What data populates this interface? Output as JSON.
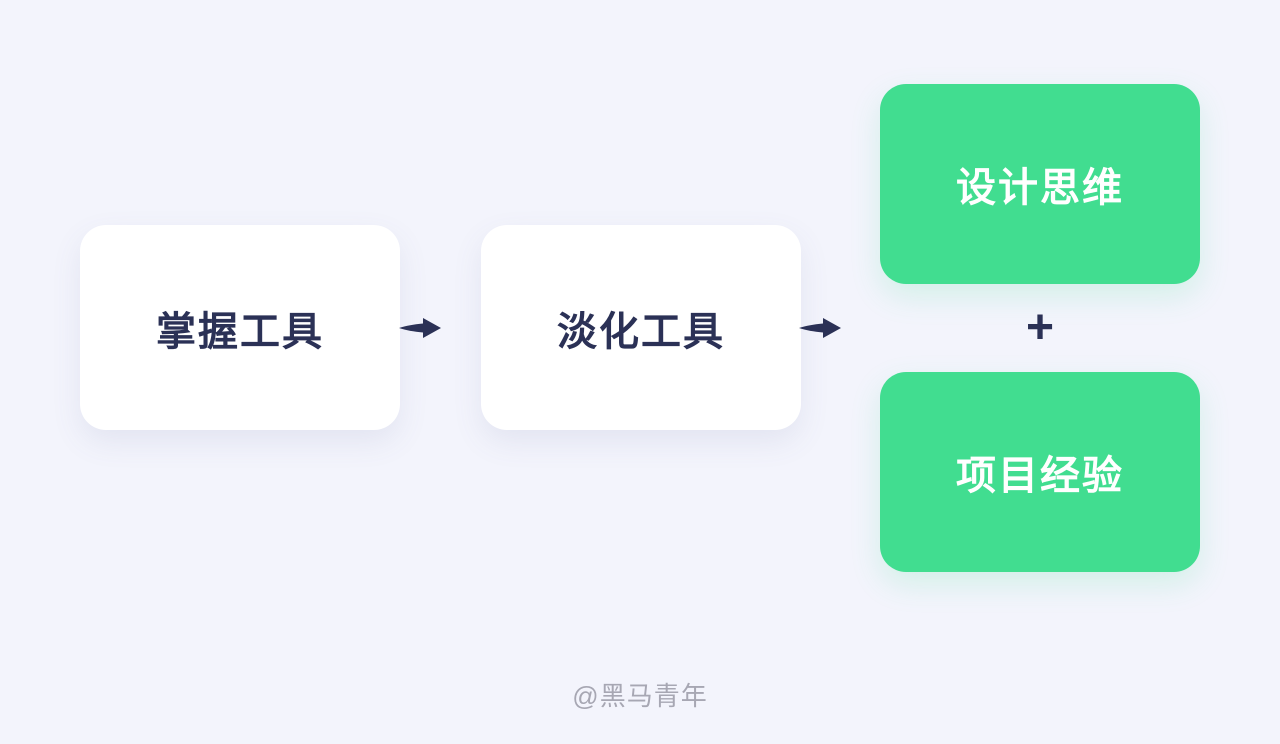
{
  "diagram": {
    "white_cards": [
      {
        "label": "掌握工具"
      },
      {
        "label": "淡化工具"
      }
    ],
    "green_cards": [
      {
        "label": "设计思维"
      },
      {
        "label": "项目经验"
      }
    ],
    "plus": "+",
    "watermark": "@黑马青年",
    "colors": {
      "background": "#F3F4FC",
      "card_white": "#FFFFFF",
      "card_green": "#41DD90",
      "text_dark": "#2B3156",
      "text_white": "#FFFFFF",
      "watermark_gray": "#A7A7B3"
    }
  }
}
